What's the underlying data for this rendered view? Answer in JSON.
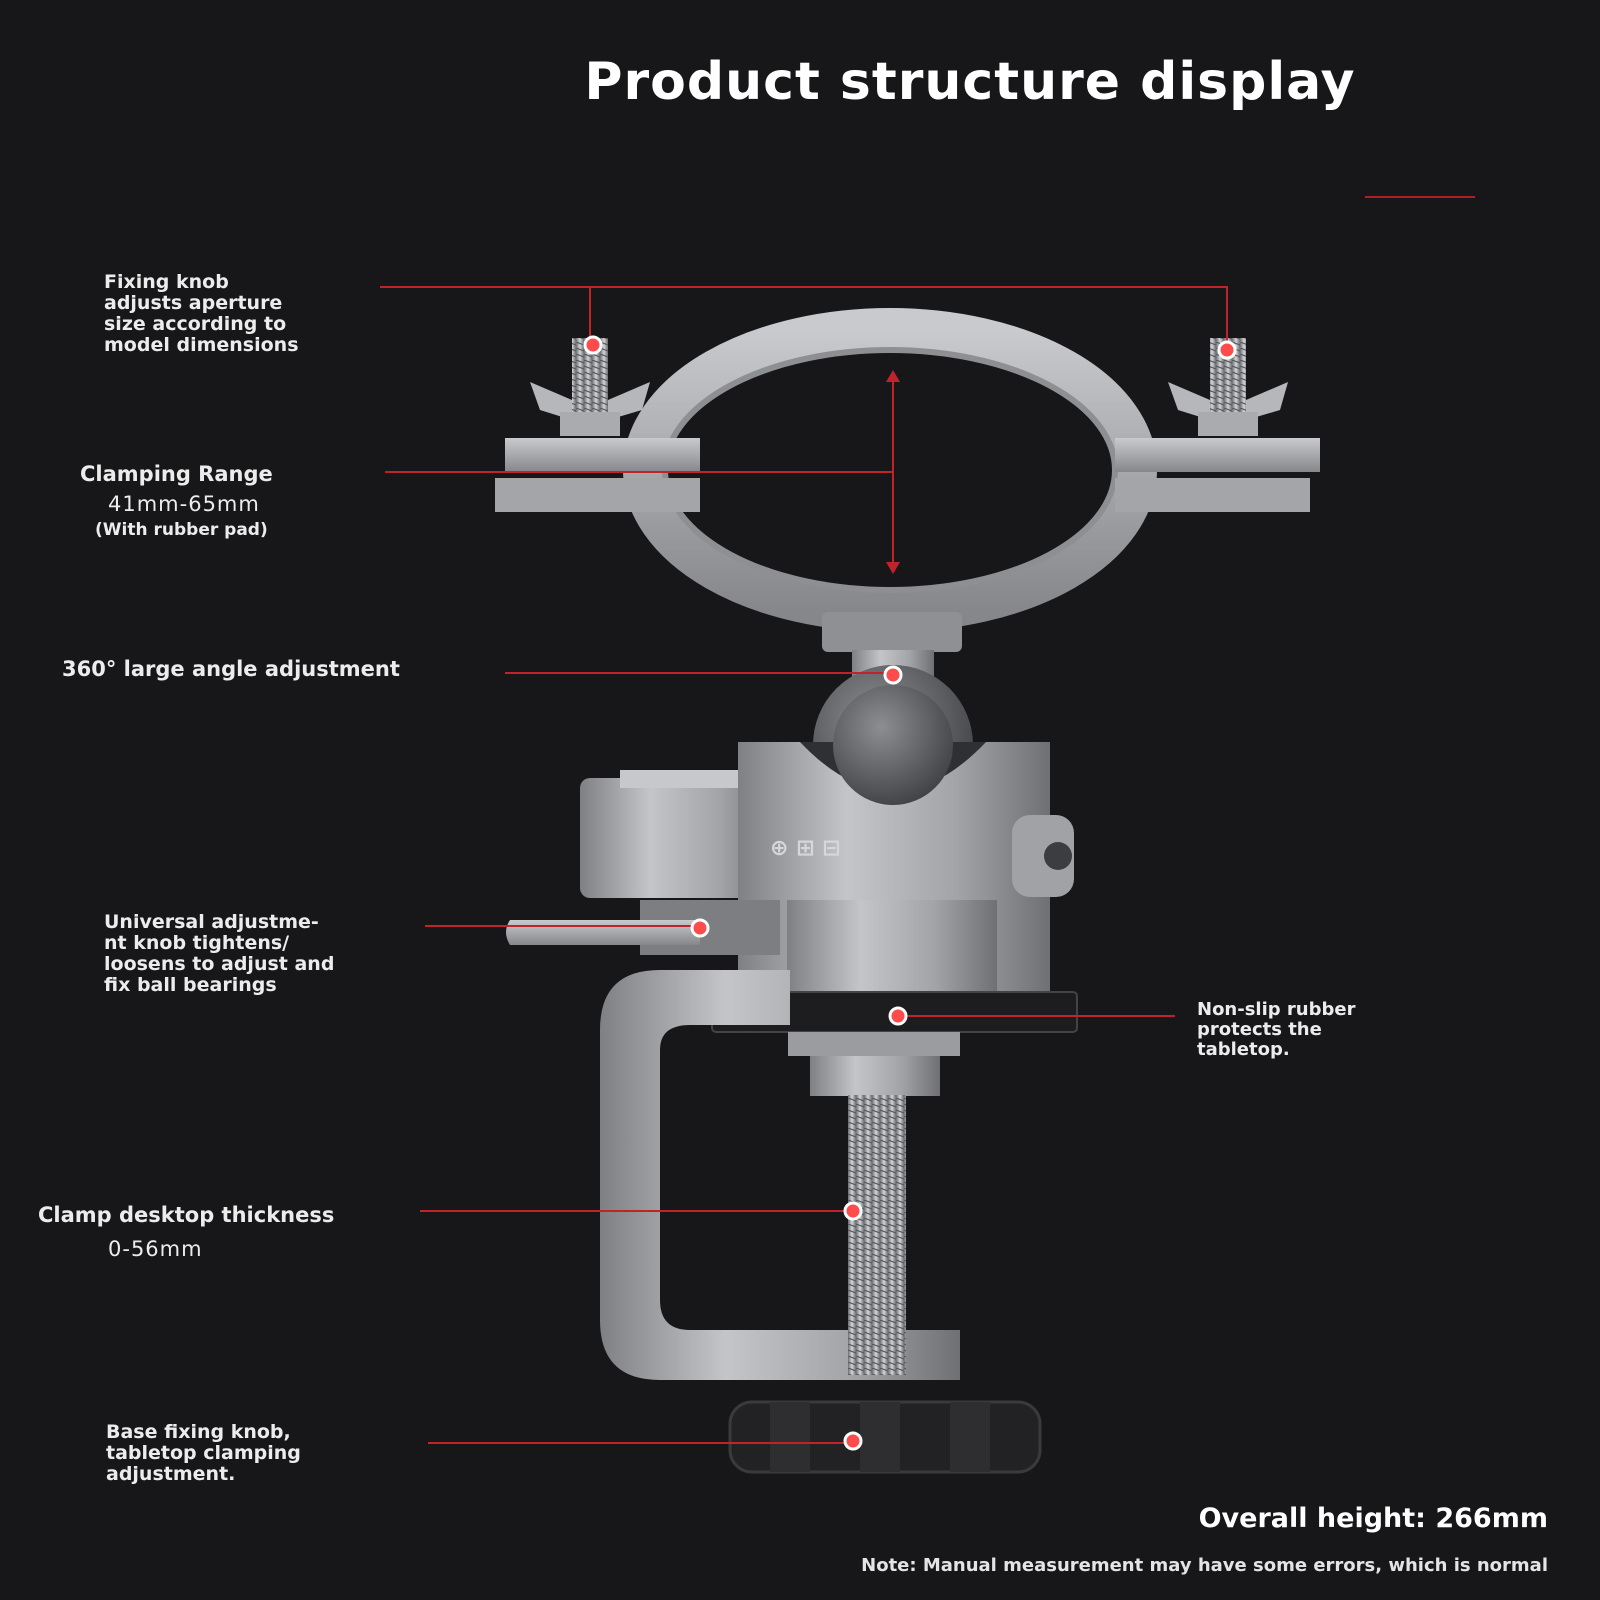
{
  "header": {
    "title": "Product structure display",
    "accent_color": "#b01e23"
  },
  "callouts": {
    "fixing_knob": [
      "Fixing knob",
      "adjusts aperture",
      "size according to",
      "model dimensions"
    ],
    "clamping_range": {
      "heading": "Clamping Range",
      "value": "41mm-65mm",
      "note": "(With rubber pad)"
    },
    "angle": "360° large angle adjustment",
    "universal_knob": [
      "Universal adjustme-",
      "nt knob tightens/",
      "loosens to adjust and",
      "fix ball bearings"
    ],
    "rubber": [
      "Non-slip rubber",
      "protects the",
      "tabletop."
    ],
    "clamp_thickness": {
      "heading": "Clamp desktop thickness",
      "value": "0-56mm"
    },
    "base_knob": [
      "Base fixing knob,",
      "tabletop clamping",
      "adjustment."
    ]
  },
  "footer": {
    "overall_height": "Overall height: 266mm",
    "note": "Note: Manual measurement may have some errors, which is normal"
  },
  "colors": {
    "background": "#17171a",
    "metal": "#a9abae",
    "leader_line": "#c0242a",
    "marker": "#ff4b4b"
  }
}
